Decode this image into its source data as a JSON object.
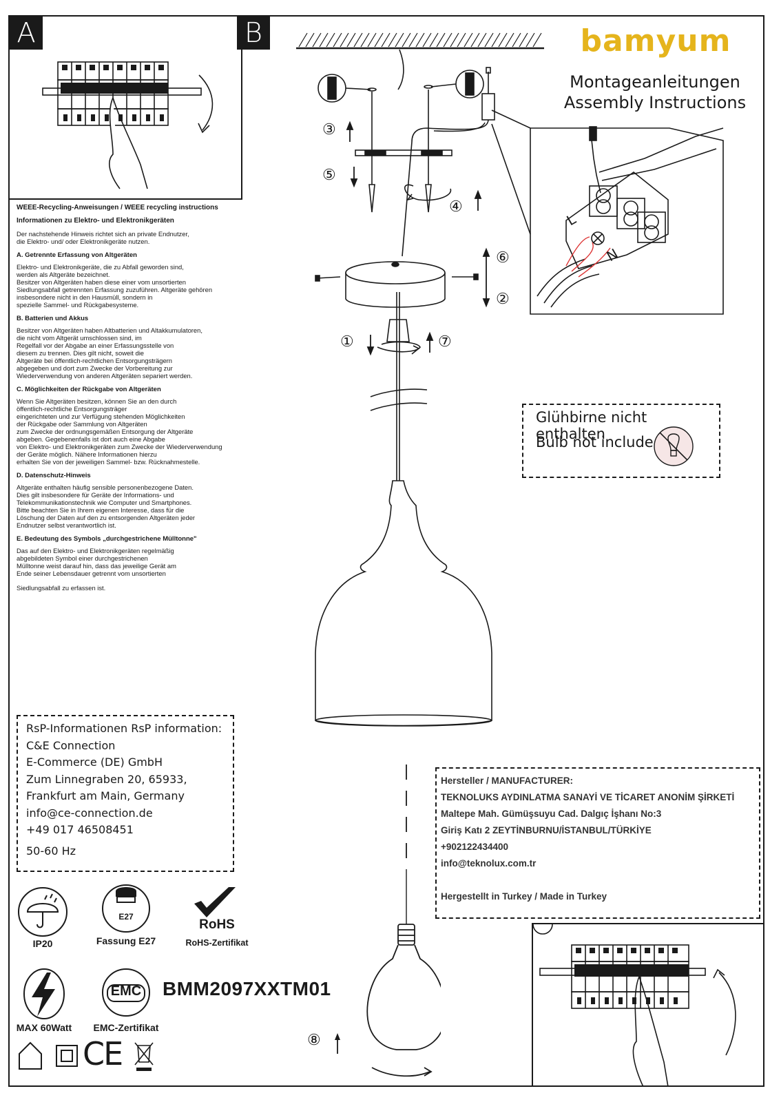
{
  "panels": {
    "a": "A",
    "b": "B"
  },
  "brand": "bamyum",
  "title": {
    "line1": "Montageanleitungen",
    "line2": "Assembly Instructions"
  },
  "weee": {
    "heading": "WEEE-Recycling-Anweisungen / WEEE recycling instructions",
    "subheading": "Informationen zu Elektro- und Elektronikgeräten",
    "intro": "Der nachstehende Hinweis richtet sich an private Endnutzer,\n die Elektro- und/ oder Elektronikgeräte nutzen.",
    "sections": [
      {
        "title": "A. Getrennte Erfassung von Altgeräten",
        "text": "Elektro- und Elektronikgeräte, die zu Abfall geworden sind,\n werden als Altgeräte bezeichnet.\nBesitzer von Altgeräten haben diese einer vom unsortierten\nSiedlungsabfall getrennten Erfassung zuzuführen. Altgeräte gehören\ninsbesondere nicht in den Hausmüll, sondern in\nspezielle Sammel- und Rückgabesysteme."
      },
      {
        "title": "B. Batterien und Akkus",
        "text": "Besitzer von Altgeräten haben Altbatterien und Altakkumulatoren,\n die nicht vom Altgerät umschlossen sind, im\nRegelfall vor der Abgabe an einer Erfassungsstelle von\ndiesem zu trennen. Dies gilt nicht, soweit die\nAltgeräte bei öffentlich-rechtlichen Entsorgungsträgern\nabgegeben und dort zum Zwecke der Vorbereitung zur\nWiederverwendung von anderen Altgeräten separiert werden."
      },
      {
        "title": "C. Möglichkeiten der Rückgabe von Altgeräten",
        "text": "Wenn Sie Altgeräten besitzen, können Sie an den durch\nöffentlich-rechtliche Entsorgungsträger\neingerichteten und zur Verfügung stehenden Möglichkeiten\nder Rückgabe oder Sammlung von Altgeräten\n zum Zwecke der ordnungsgemäßen Entsorgung der Altgeräte\nabgeben. Gegebenenfalls ist dort auch eine Abgabe\n von Elektro- und Elektronikgeräten zum Zwecke der Wiederverwendung\nder Geräte möglich. Nähere Informationen hierzu\nerhalten Sie von der jeweiligen Sammel- bzw. Rücknahmestelle."
      },
      {
        "title": "D. Datenschutz-Hinweis",
        "text": "Altgeräte enthalten häufig sensible personenbezogene Daten.\nDies gilt insbesondere für Geräte der Informations- und\nTelekommunikationstechnik wie Computer und Smartphones.\n Bitte beachten Sie in Ihrem eigenen Interesse, dass für die\nLöschung der Daten auf den zu entsorgenden Altgeräten jeder\nEndnutzer selbst verantwortlich ist."
      },
      {
        "title": "E. Bedeutung des Symbols „durchgestrichene Mülltonne\"",
        "text": "Das auf den Elektro- und Elektronikgeräten regelmäßig\n abgebildeten Symbol einer durchgestrichenen\nMülltonne weist darauf hin, dass das jeweilige Gerät am\nEnde seiner Lebensdauer getrennt vom unsortierten"
      }
    ],
    "closing": "Siedlungsabfall zu erfassen ist."
  },
  "steps": [
    "①",
    "②",
    "③",
    "④",
    "⑤",
    "⑥",
    "⑦",
    "⑧"
  ],
  "wiring": {
    "l": "L",
    "n": "N"
  },
  "bulb_note": {
    "de": "Glühbirne nicht enthalten",
    "en": "Bulb not included"
  },
  "rsp": {
    "heading": "RsP-Informationen RsP information:",
    "lines": [
      "C&E Connection",
      "E-Commerce (DE) GmbH",
      "Zum Linnegraben 20, 65933,",
      "Frankfurt am Main, Germany",
      "info@ce-connection.de",
      "+49 017 46508451"
    ],
    "frequency": "50-60 Hz"
  },
  "manufacturer": {
    "lines": [
      "Hersteller / MANUFACTURER:",
      "TEKNOLUKS AYDINLATMA SANAYİ VE TİCARET ANONİM ŞİRKETİ",
      "Maltepe Mah. Gümüşsuyu Cad. Dalgıç İşhanı No:3",
      "Giriş Katı 2 ZEYTİNBURNU/İSTANBUL/TÜRKİYE",
      "+902122434400",
      "info@teknolux.com.tr"
    ],
    "made_in": "Hergestellt in Turkey / Made in Turkey"
  },
  "icons": {
    "ip": "IP20",
    "socket_badge": "E27",
    "socket": "Fassung E27",
    "rohs_badge": "RoHS",
    "rohs": "RoHS-Zertifikat",
    "power": "MAX 60Watt",
    "emc_badge": "EMC",
    "emc": "EMC-Zertifikat",
    "ce": "CE"
  },
  "model": "BMM2097XXTM01"
}
